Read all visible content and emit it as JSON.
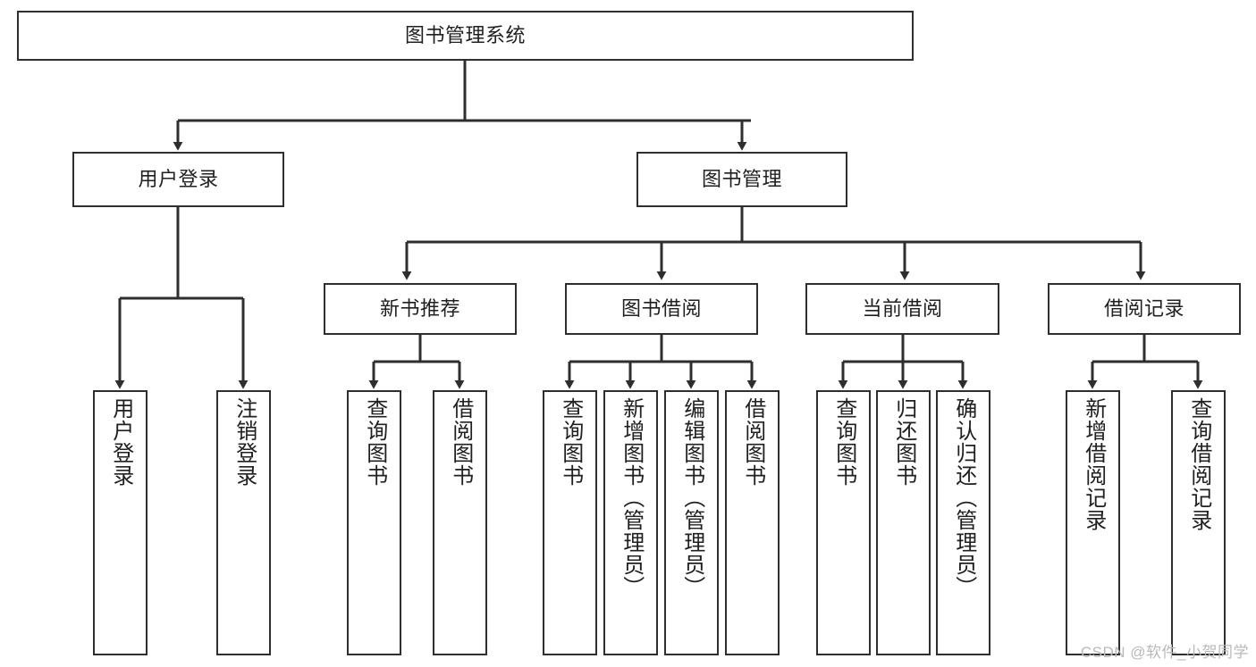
{
  "diagram": {
    "type": "tree-hierarchy-chart",
    "title": "图书管理系统",
    "colors": {
      "box_border": "#2e2e2e",
      "box_fill": "#ffffff",
      "connector": "#2e2e2e",
      "text": "#202020",
      "watermark": "#b9b9b9",
      "background": "#ffffff"
    },
    "root": {
      "label": "图书管理系统"
    },
    "level2": [
      {
        "id": "user-login",
        "label": "用户登录"
      },
      {
        "id": "book-management",
        "label": "图书管理"
      }
    ],
    "level3": [
      {
        "id": "new-book-recommend",
        "label": "新书推荐",
        "parent": "book-management"
      },
      {
        "id": "book-borrow",
        "label": "图书借阅",
        "parent": "book-management"
      },
      {
        "id": "current-borrow",
        "label": "当前借阅",
        "parent": "book-management"
      },
      {
        "id": "borrow-record",
        "label": "借阅记录",
        "parent": "book-management"
      }
    ],
    "leaves": {
      "user-login": [
        {
          "id": "leaf-user-login",
          "label": "用户登录"
        },
        {
          "id": "leaf-user-logout",
          "label": "注销登录"
        }
      ],
      "new-book-recommend": [
        {
          "id": "leaf-query-book-1",
          "label": "查询图书"
        },
        {
          "id": "leaf-borrow-book-1",
          "label": "借阅图书"
        }
      ],
      "book-borrow": [
        {
          "id": "leaf-query-book-2",
          "label": "查询图书"
        },
        {
          "id": "leaf-add-book",
          "label": "新增图书（管理员）"
        },
        {
          "id": "leaf-edit-book",
          "label": "编辑图书（管理员）"
        },
        {
          "id": "leaf-borrow-book-2",
          "label": "借阅图书"
        }
      ],
      "current-borrow": [
        {
          "id": "leaf-query-book-3",
          "label": "查询图书"
        },
        {
          "id": "leaf-return-book",
          "label": "归还图书"
        },
        {
          "id": "leaf-confirm-return",
          "label": "确认归还（管理员）"
        }
      ],
      "borrow-record": [
        {
          "id": "leaf-add-record",
          "label": "新增借阅记录"
        },
        {
          "id": "leaf-query-record",
          "label": "查询借阅记录"
        }
      ]
    }
  },
  "watermark": {
    "text": "CSDN @软件_小贺同学"
  }
}
